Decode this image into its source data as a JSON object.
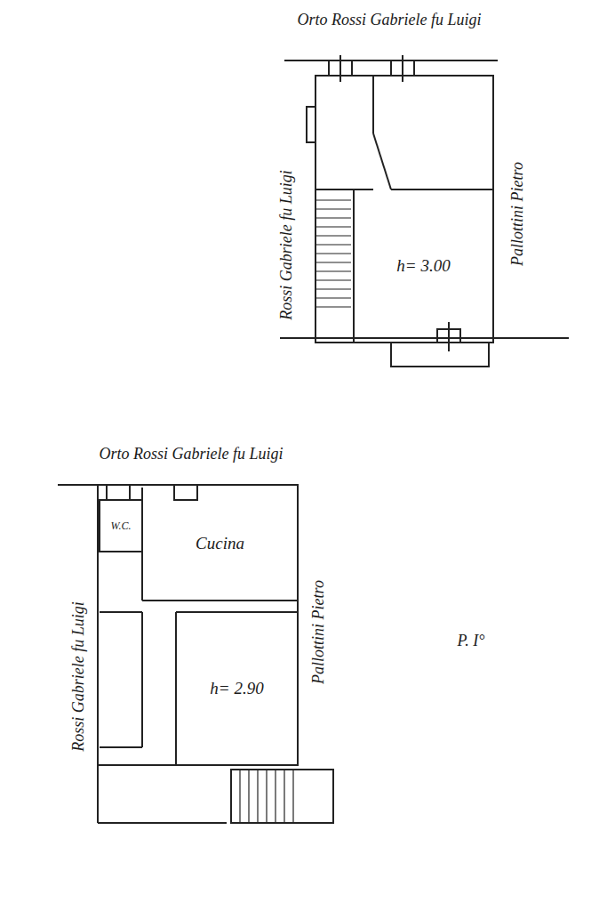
{
  "diagram": {
    "nodes": [
      {
        "text": [
          "h= 3.00"
        ]
      },
      {
        "text": [
          "W.C."
        ]
      },
      {
        "text": [
          "Cucina"
        ]
      },
      {
        "text": [
          "h= 2.90"
        ]
      }
    ],
    "labels": [
      "Orto Rossi Gabriele fu Luigi",
      "Rossi Gabriele fu Luigi",
      "Pallottini Pietro",
      "Orto Rossi Gabriele fu Luigi",
      "Rossi Gabriele fu Luigi",
      "Pallottini Pietro",
      "P. I°"
    ]
  }
}
